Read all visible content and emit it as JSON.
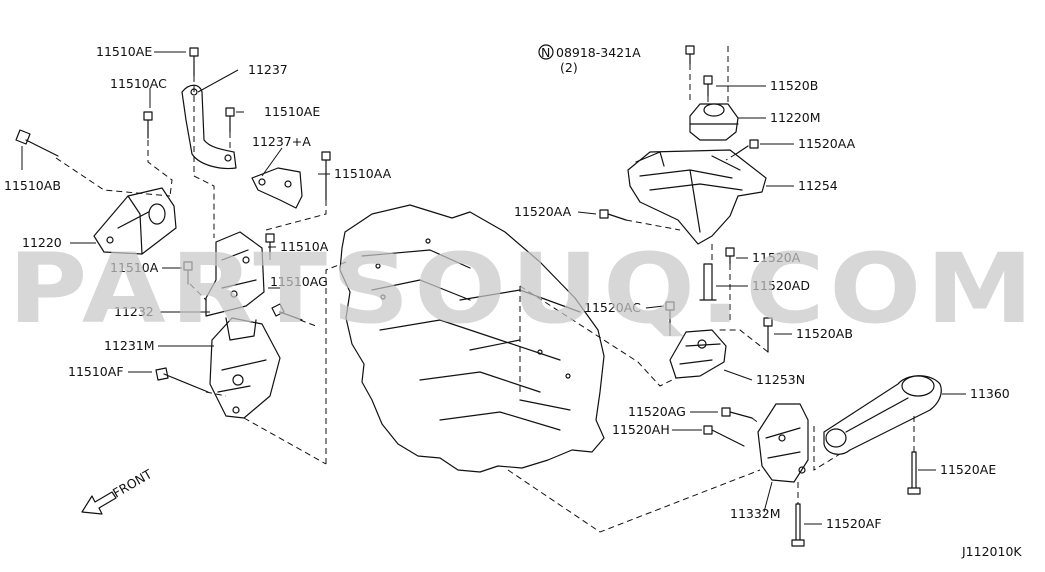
{
  "watermark": "PARTSOUQ.COM",
  "diagram_code": "J112010K",
  "front_label": "FRONT",
  "note_symbol": "N",
  "note_part": "08918-3421A",
  "note_qty": "(2)",
  "labels": {
    "l_11510AE_a": "11510AE",
    "l_11237": "11237",
    "l_11510AC": "11510AC",
    "l_11510AE_b": "11510AE",
    "l_11237A": "11237+A",
    "l_11510AB": "11510AB",
    "l_11510AA_l": "11510AA",
    "l_11220": "11220",
    "l_11510A_r": "11510A",
    "l_11510A_l": "11510A",
    "l_11510AG": "11510AG",
    "l_11232": "11232",
    "l_11231M": "11231M",
    "l_11510AF": "11510AF",
    "l_11520B": "11520B",
    "l_11220M": "11220M",
    "l_11520AA_r": "11520AA",
    "l_11254": "11254",
    "l_11520AA_l": "11520AA",
    "l_11520A": "11520A",
    "l_11520AD": "11520AD",
    "l_11520AC": "11520AC",
    "l_11520AB": "11520AB",
    "l_11253N": "11253N",
    "l_11360": "11360",
    "l_11520AG": "11520AG",
    "l_11520AH": "11520AH",
    "l_11520AE": "11520AE",
    "l_11332M": "11332M",
    "l_11520AF": "11520AF"
  }
}
